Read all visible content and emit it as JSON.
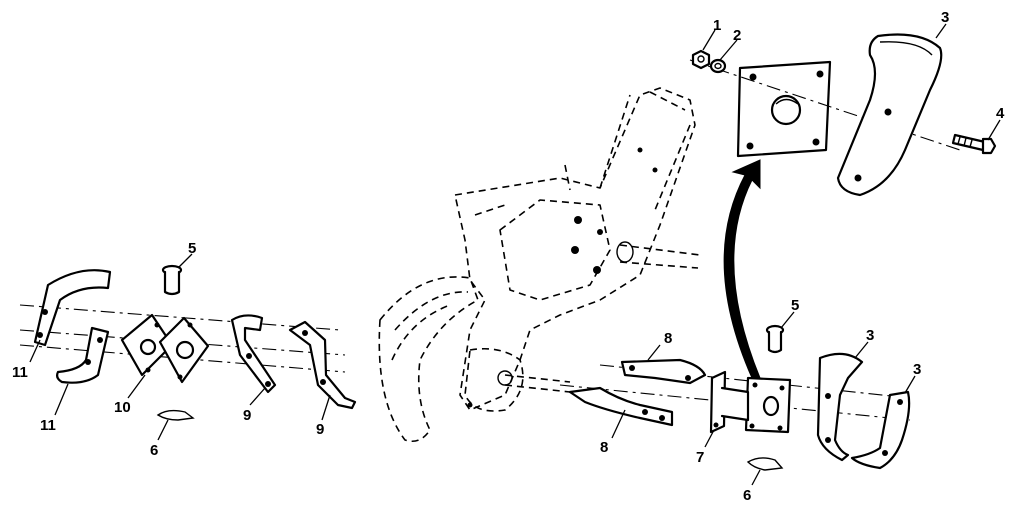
{
  "labels": {
    "l1": "1",
    "l2": "2",
    "l3a": "3",
    "l4": "4",
    "l5a": "5",
    "l5b": "5",
    "l6a": "6",
    "l6b": "6",
    "l7": "7",
    "l8a": "8",
    "l8b": "8",
    "l9a": "9",
    "l9b": "9",
    "l10": "10",
    "l11a": "11",
    "l11b": "11",
    "l3b": "3",
    "l3c": "3"
  },
  "colors": {
    "ink": "#000000",
    "background": "#ffffff"
  }
}
